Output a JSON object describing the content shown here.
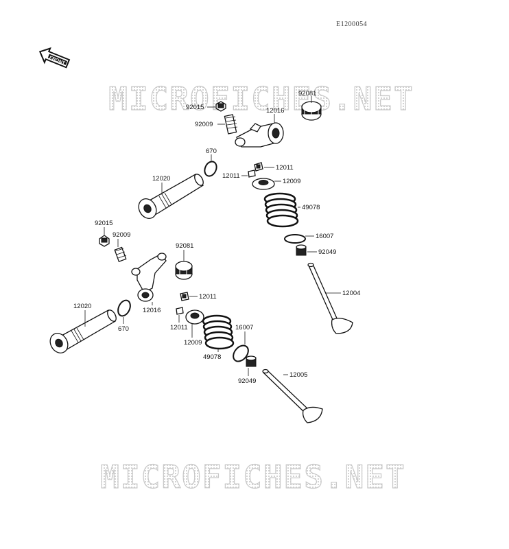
{
  "reference_code": "E1200054",
  "front_badge": "FRONT",
  "watermark_text": "MICROFICHES.NET",
  "labels": {
    "p92081_a": "92081",
    "p92015_a": "92015",
    "p12016_a": "12016",
    "p92009_a": "92009",
    "p670_a": "670",
    "p12011_a1": "12011",
    "p12011_a2": "12011",
    "p12009_a": "12009",
    "p12020_a": "12020",
    "p49078_a": "49078",
    "p16007_a": "16007",
    "p92049_a": "92049",
    "p12004": "12004",
    "p92015_b": "92015",
    "p92009_b": "92009",
    "p92081_b": "92081",
    "p12011_b1": "12011",
    "p12011_b2": "12011",
    "p12016_b": "12016",
    "p12020_b": "12020",
    "p670_b": "670",
    "p12009_b": "12009",
    "p16007_b": "16007",
    "p49078_b": "49078",
    "p92049_b": "92049",
    "p12005": "12005"
  }
}
